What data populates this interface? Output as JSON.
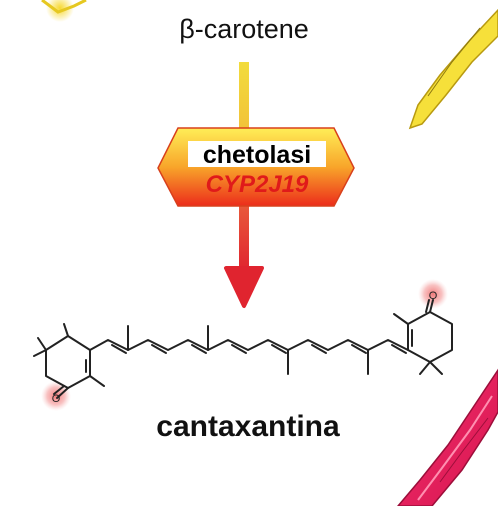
{
  "diagram": {
    "substrate": "β-carotene",
    "enzyme": {
      "name": "chetolasi",
      "gene": "CYP2J19"
    },
    "product": "cantaxantina",
    "atom_label": "O"
  },
  "colors": {
    "arrow_top": "#f2dc3c",
    "arrow_bottom": "#e0242f",
    "badge_top": "#ffee57",
    "badge_bottom": "#ec2c1b",
    "badge_border": "#d8401c",
    "gene_text": "#e01a1a",
    "highlight": "#f08f8f",
    "bond": "#222222",
    "pink_stroke": "#e61e61",
    "yellow_stroke": "#f5dc2a"
  }
}
